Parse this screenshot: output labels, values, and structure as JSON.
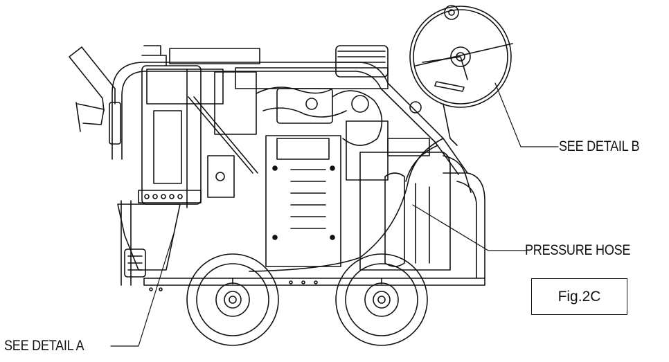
{
  "callouts": {
    "detail_b": "SEE DETAIL B",
    "pressure_hose": "PRESSURE HOSE",
    "detail_a": "SEE DETAIL A"
  },
  "figure": {
    "label": "Fig.2C"
  },
  "colors": {
    "line": "#111111",
    "background": "#ffffff"
  }
}
